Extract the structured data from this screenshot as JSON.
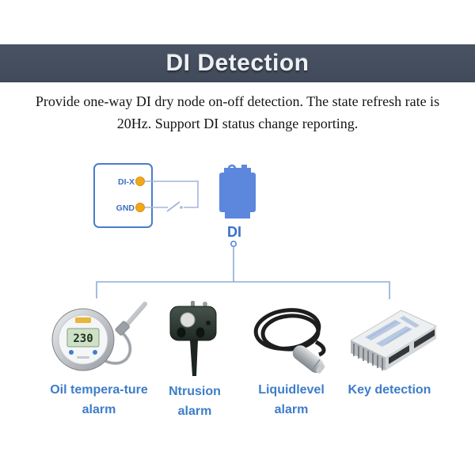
{
  "header": {
    "title": "DI Detection"
  },
  "description": {
    "line1": "Provide one-way DI dry node on-off detection. The state refresh rate is",
    "line2": "20Hz. Support DI status change reporting."
  },
  "circuit": {
    "terminal_top_label": "DI-X",
    "terminal_bottom_label": "GND",
    "device_label": "DI"
  },
  "products": [
    {
      "label_line1": "Oil tempera-ture",
      "label_line2": "alarm",
      "icon": "oil-temperature-gauge-icon",
      "display_value": "230"
    },
    {
      "label_line1": "Ntrusion",
      "label_line2": "alarm",
      "icon": "intrusion-sensor-icon"
    },
    {
      "label_line1": "Liquidlevel",
      "label_line2": "alarm",
      "icon": "liquid-level-probe-icon"
    },
    {
      "label_line1": "Key detection",
      "label_line2": "",
      "icon": "key-detection-module-icon"
    }
  ],
  "colors": {
    "banner_bg": "#434c5c",
    "banner_text": "#eef0f4",
    "accent_blue": "#3d7dc9",
    "box_border": "#4a7dc9",
    "wire": "#a3b6da",
    "terminal_orange": "#f3a71b",
    "device_blue": "#5c87dc",
    "tree_line": "#8cacdc"
  }
}
